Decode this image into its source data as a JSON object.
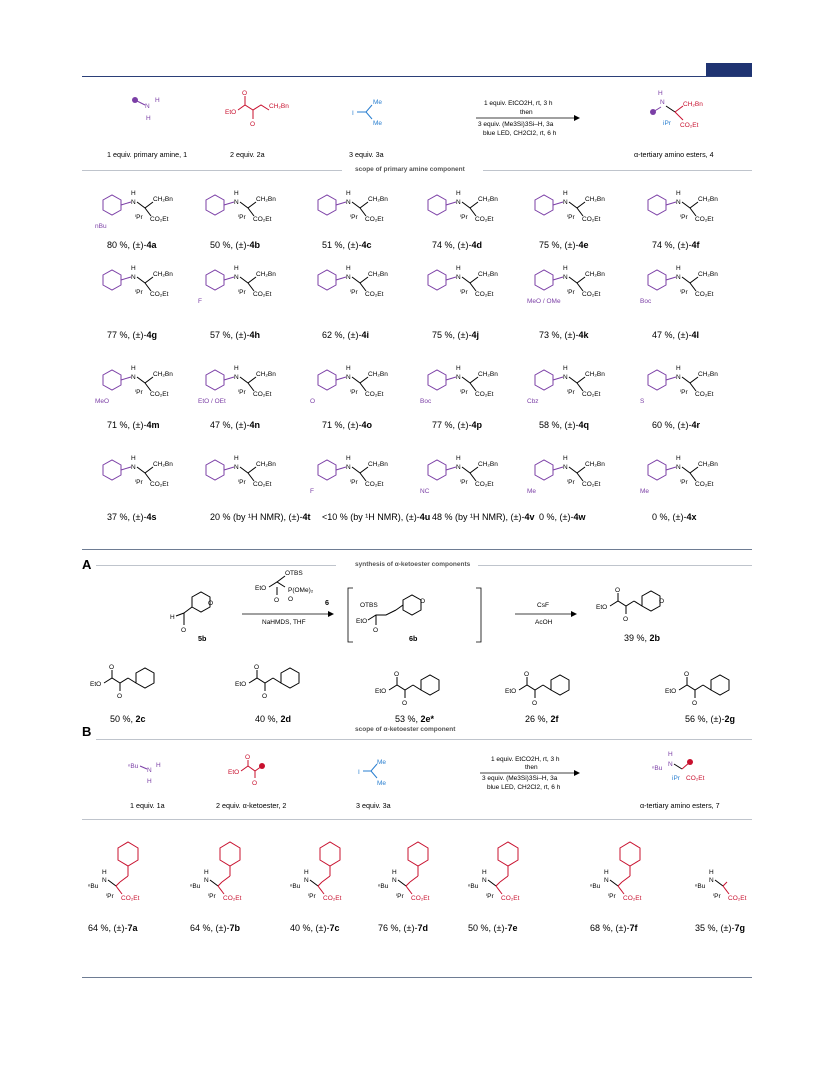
{
  "header": {
    "reagents": {
      "amine_label": "1 equiv. primary amine, 1",
      "ketoester_label": "2 equiv. 2a",
      "iodide_label": "3 equiv. 3a",
      "conditions": [
        "1 equiv. EtCO2H, rt, 3 h",
        "then",
        "3 equiv. (Me3Si)3Si–H, 3a",
        "blue LED, CH2Cl2, rt, 6 h"
      ],
      "product_label": "α-tertiary amino esters, 4"
    },
    "scope_title": "scope of primary amine component"
  },
  "amine_scope": [
    {
      "yield": "80 %, (±)-",
      "id": "4a",
      "sub": "nBu"
    },
    {
      "yield": "50 %, (±)-",
      "id": "4b",
      "sub": ""
    },
    {
      "yield": "51 %, (±)-",
      "id": "4c",
      "sub": ""
    },
    {
      "yield": "74 %, (±)-",
      "id": "4d",
      "sub": ""
    },
    {
      "yield": "75 %, (±)-",
      "id": "4e",
      "sub": ""
    },
    {
      "yield": "74 %, (±)-",
      "id": "4f",
      "sub": ""
    },
    {
      "yield": "77 %, (±)-",
      "id": "4g",
      "sub": ""
    },
    {
      "yield": "57 %, (±)-",
      "id": "4h",
      "sub": "F"
    },
    {
      "yield": "62 %, (±)-",
      "id": "4i",
      "sub": ""
    },
    {
      "yield": "75 %, (±)-",
      "id": "4j",
      "sub": ""
    },
    {
      "yield": "73 %, (±)-",
      "id": "4k",
      "sub": "MeO / OMe"
    },
    {
      "yield": "47 %, (±)-",
      "id": "4l",
      "sub": "Boc"
    },
    {
      "yield": "71 %, (±)-",
      "id": "4m",
      "sub": "MeO"
    },
    {
      "yield": "47 %, (±)-",
      "id": "4n",
      "sub": "EtO / OEt"
    },
    {
      "yield": "71 %, (±)-",
      "id": "4o",
      "sub": "O"
    },
    {
      "yield": "77 %, (±)-",
      "id": "4p",
      "sub": "Boc"
    },
    {
      "yield": "58 %, (±)-",
      "id": "4q",
      "sub": "Cbz"
    },
    {
      "yield": "60 %, (±)-",
      "id": "4r",
      "sub": "S"
    },
    {
      "yield": "37 %, (±)-",
      "id": "4s",
      "sub": ""
    },
    {
      "yield": "20 % (by ¹H NMR), (±)-",
      "id": "4t",
      "sub": ""
    },
    {
      "yield": "<10 % (by ¹H NMR), (±)-",
      "id": "4u",
      "sub": "F"
    },
    {
      "yield": "48 % (by ¹H NMR), (±)-",
      "id": "4v",
      "sub": "NC"
    },
    {
      "yield": "0 %, (±)-",
      "id": "4w",
      "sub": "Me"
    },
    {
      "yield": "0 %, (±)-",
      "id": "4x",
      "sub": "Me"
    }
  ],
  "section_a": {
    "letter": "A",
    "title": "synthesis of α-ketoester components",
    "reagent6": "6",
    "reagent6_conditions": "NaHMDS, THF",
    "intermediate": "6b",
    "step2_top": "CsF",
    "step2_bottom": "AcOH",
    "sm": "5b",
    "product": "39 %, ",
    "product_id": "2b",
    "scope_title": "scope of α-ketoester component",
    "ketoesters": [
      {
        "yield": "50 %, ",
        "id": "2c"
      },
      {
        "yield": "40 %, ",
        "id": "2d"
      },
      {
        "yield": "53 %, ",
        "id": "2e*"
      },
      {
        "yield": "26 %, ",
        "id": "2f"
      },
      {
        "yield": "56 %, (±)-",
        "id": "2g"
      }
    ]
  },
  "section_b": {
    "letter": "B",
    "amine_label": "1 equiv. 1a",
    "ketoester_label": "2 equiv. α-ketoester, 2",
    "iodide_label": "3 equiv. 3a",
    "conditions": [
      "1 equiv. EtCO2H, rt, 3 h",
      "then",
      "3 equiv. (Me3Si)3Si–H, 3a",
      "blue LED, CH2Cl2, rt, 6 h"
    ],
    "product_label": "α-tertiary amino esters, 7",
    "products": [
      {
        "yield": "64 %, (±)-",
        "id": "7a"
      },
      {
        "yield": "64 %, (±)-",
        "id": "7b"
      },
      {
        "yield": "40 %, (±)-",
        "id": "7c"
      },
      {
        "yield": "76 %, (±)-",
        "id": "7d"
      },
      {
        "yield": "50 %, (±)-",
        "id": "7e"
      },
      {
        "yield": "68 %, (±)-",
        "id": "7f"
      },
      {
        "yield": "35 %, (±)-",
        "id": "7g"
      }
    ]
  },
  "colors": {
    "amine": "#7b3fa6",
    "ketoester": "#c8102e",
    "iodide": "#2a7fd0",
    "rule": "#6e7c93",
    "tab": "#1f3472"
  }
}
